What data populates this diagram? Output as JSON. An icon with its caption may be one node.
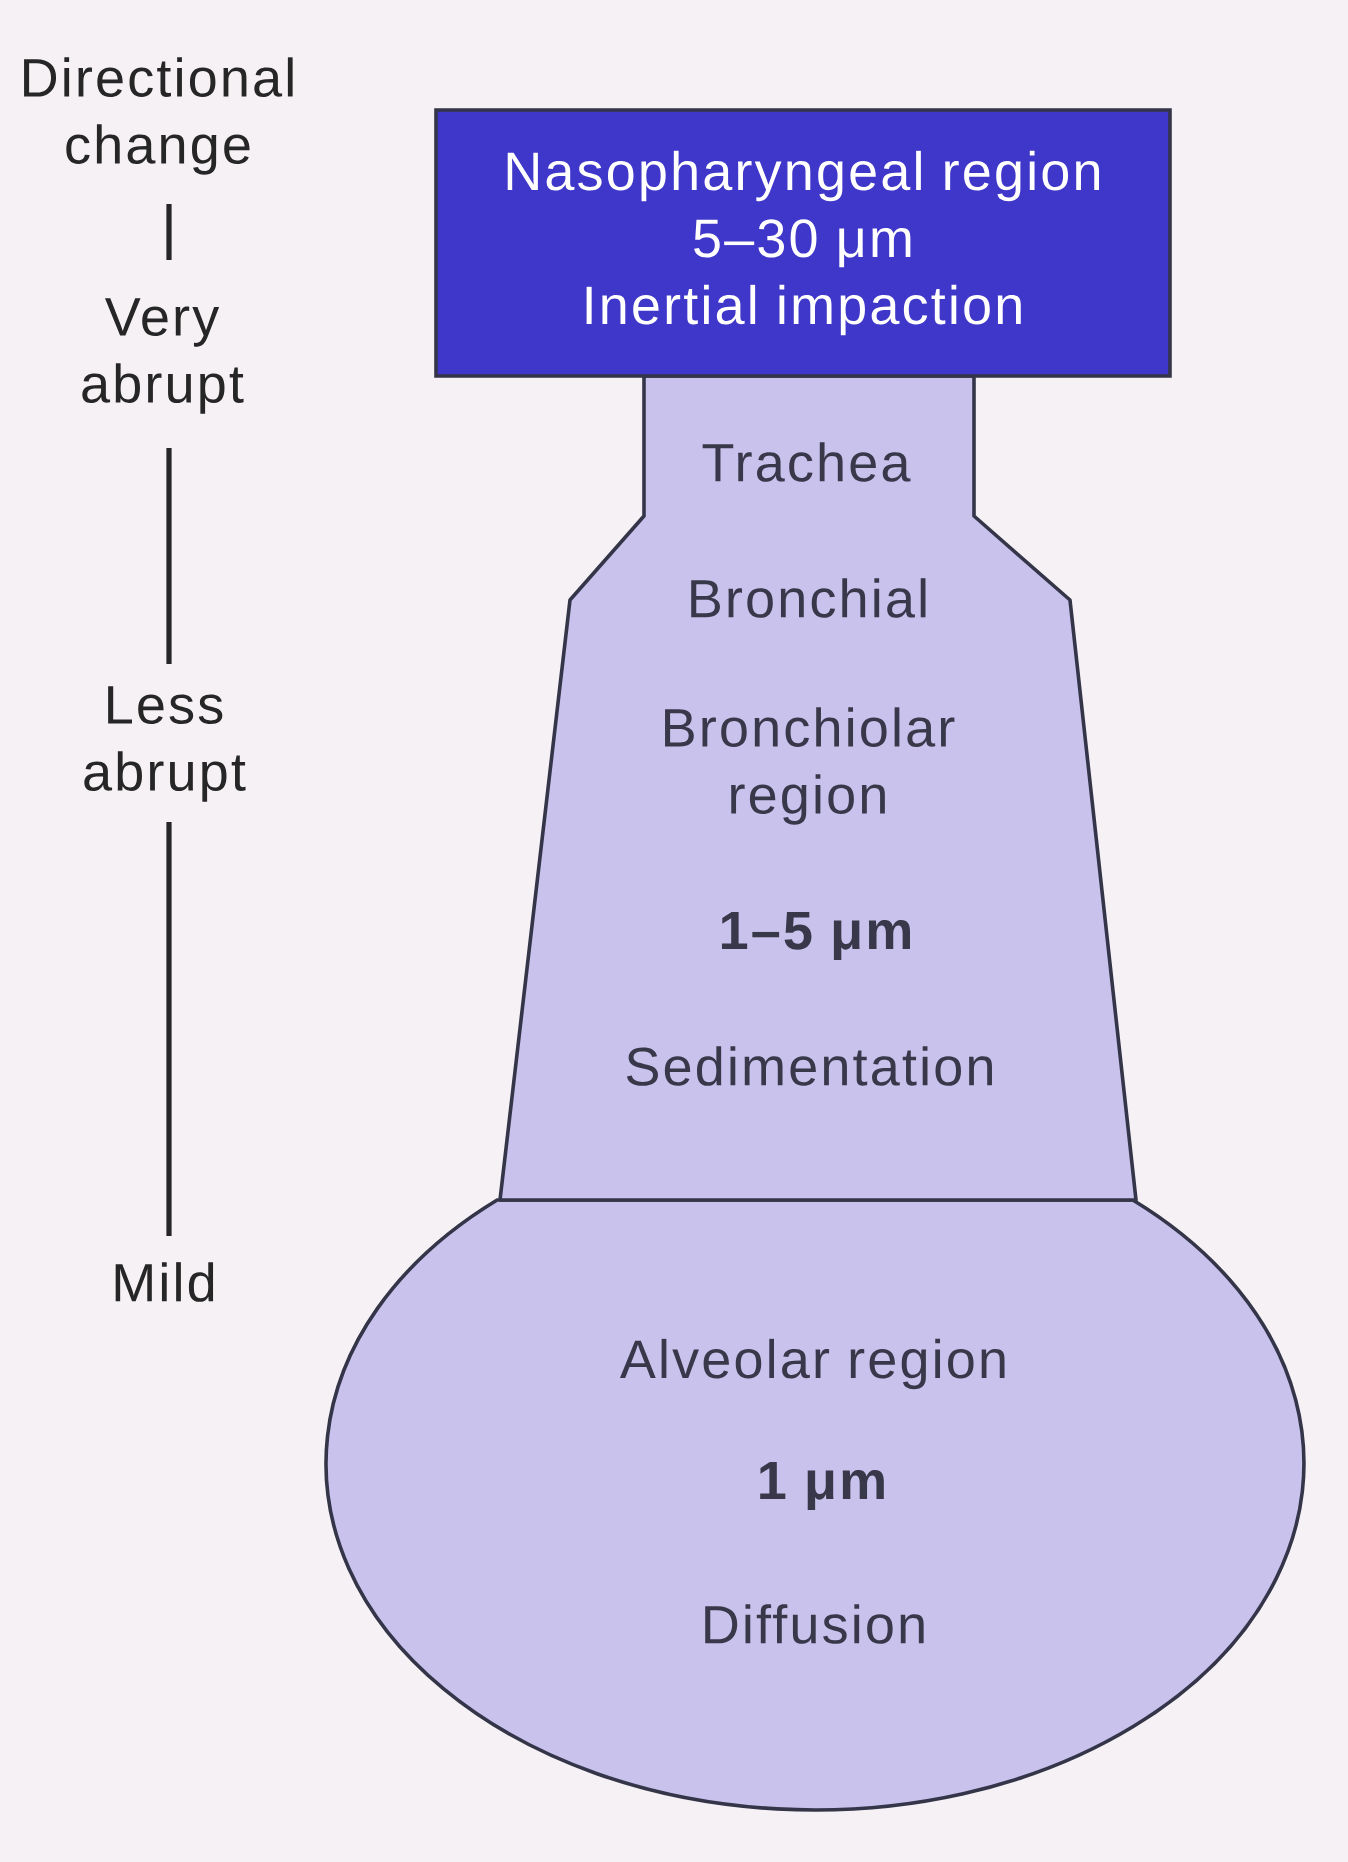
{
  "diagram": {
    "nodes": [
      {
        "text": [
          "Nasopharyngeal region",
          "5–30 μm",
          "Inertial impaction"
        ]
      },
      {
        "text": [
          "Trachea",
          "Bronchial",
          "Bronchiolar region",
          "1–5 μm",
          "Sedimentation"
        ]
      },
      {
        "text": [
          "Alveolar region",
          "1 μm",
          "Diffusion"
        ]
      }
    ],
    "labels": [
      "Directional change",
      "Very abrupt",
      "Less abrupt",
      "Mild"
    ]
  }
}
